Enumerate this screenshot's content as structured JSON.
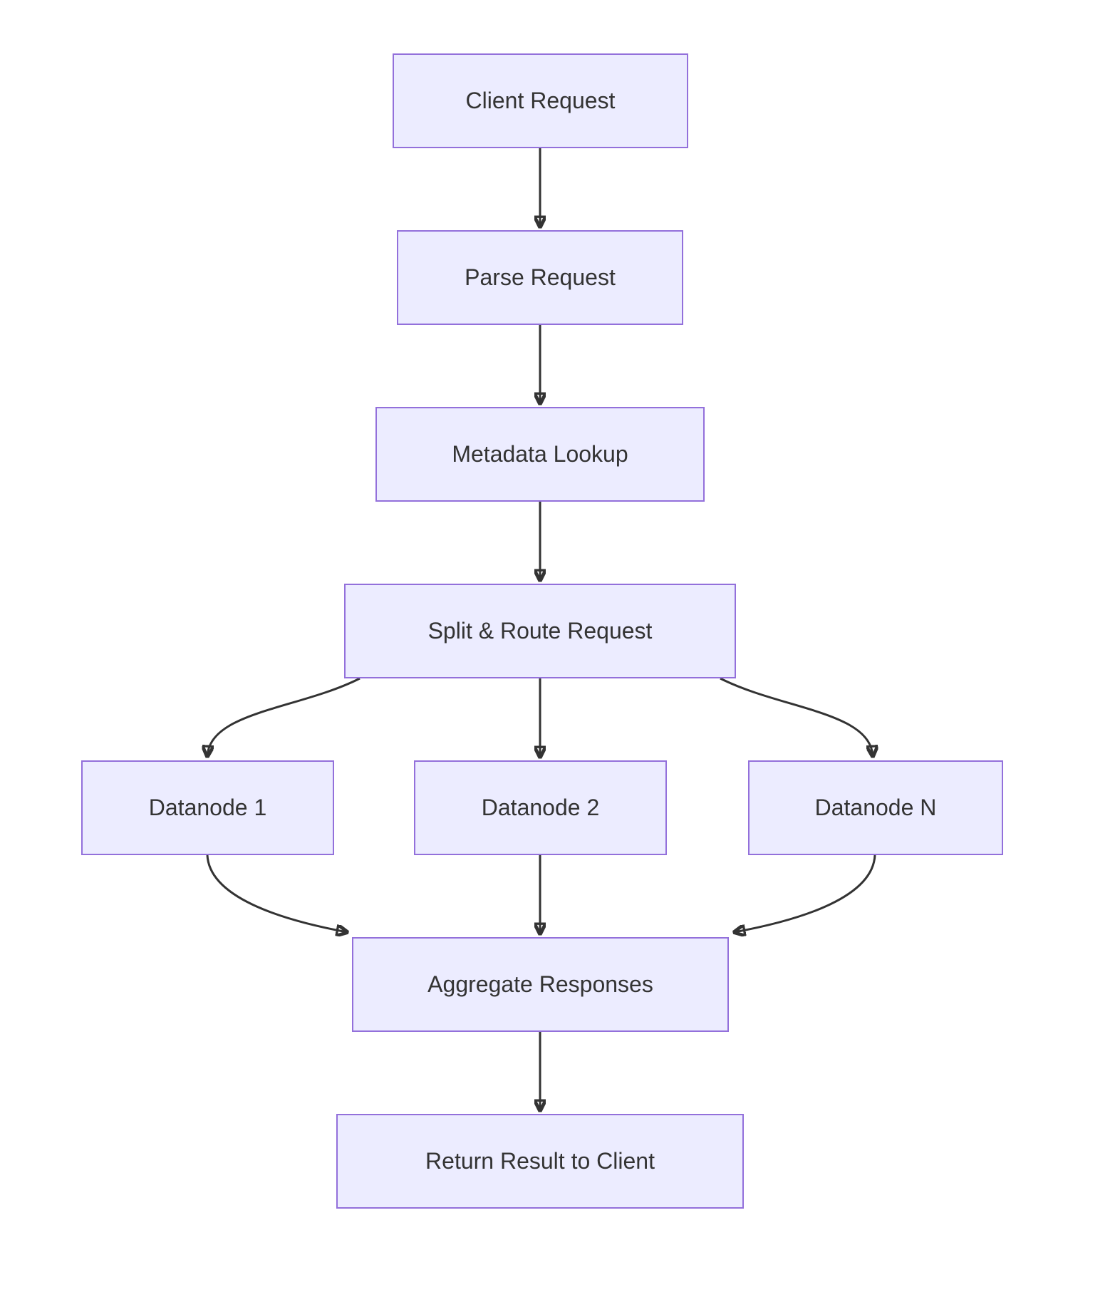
{
  "diagram": {
    "type": "flowchart",
    "direction": "top-down",
    "colors": {
      "node_fill": "#ECECFF",
      "node_border": "#9370DB",
      "node_text": "#333333",
      "edge": "#333333",
      "background": "#FFFFFF"
    },
    "nodes": [
      {
        "id": "client",
        "label": "Client Request"
      },
      {
        "id": "parse",
        "label": "Parse Request"
      },
      {
        "id": "metadata",
        "label": "Metadata Lookup"
      },
      {
        "id": "split",
        "label": "Split & Route Request"
      },
      {
        "id": "datanode1",
        "label": "Datanode 1"
      },
      {
        "id": "datanode2",
        "label": "Datanode 2"
      },
      {
        "id": "datanodeN",
        "label": "Datanode N"
      },
      {
        "id": "aggregate",
        "label": "Aggregate Responses"
      },
      {
        "id": "return",
        "label": "Return Result to Client"
      }
    ],
    "edges": [
      {
        "from": "Client Request",
        "to": "Parse Request"
      },
      {
        "from": "Parse Request",
        "to": "Metadata Lookup"
      },
      {
        "from": "Metadata Lookup",
        "to": "Split & Route Request"
      },
      {
        "from": "Split & Route Request",
        "to": "Datanode 1"
      },
      {
        "from": "Split & Route Request",
        "to": "Datanode 2"
      },
      {
        "from": "Split & Route Request",
        "to": "Datanode N"
      },
      {
        "from": "Datanode 1",
        "to": "Aggregate Responses"
      },
      {
        "from": "Datanode 2",
        "to": "Aggregate Responses"
      },
      {
        "from": "Datanode N",
        "to": "Aggregate Responses"
      },
      {
        "from": "Aggregate Responses",
        "to": "Return Result to Client"
      }
    ]
  }
}
